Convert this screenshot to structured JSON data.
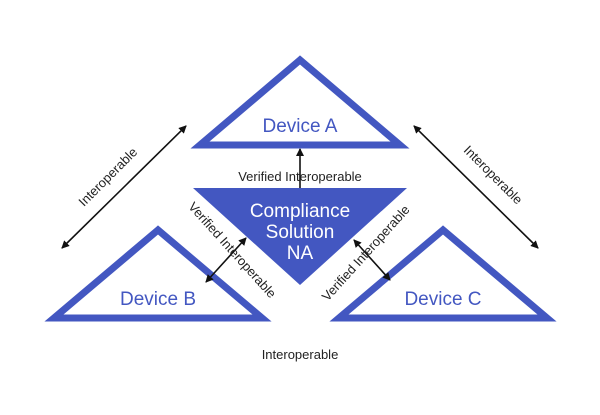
{
  "colors": {
    "accent": "#4357c1",
    "arrow": "#111111",
    "text": "#222222",
    "background": "#ffffff"
  },
  "nodes": {
    "device_a": {
      "label": "Device A"
    },
    "device_b": {
      "label": "Device B"
    },
    "device_c": {
      "label": "Device C"
    },
    "core": {
      "line1": "Compliance",
      "line2": "Solution",
      "line3": "NA"
    }
  },
  "edges": {
    "core_to_a": "Verified Interoperable",
    "core_to_b": "Verified Interoperable",
    "core_to_c": "Verified Interoperable",
    "a_to_b": "Interoperable",
    "a_to_c": "Interoperable",
    "b_to_c": "Interoperable"
  }
}
